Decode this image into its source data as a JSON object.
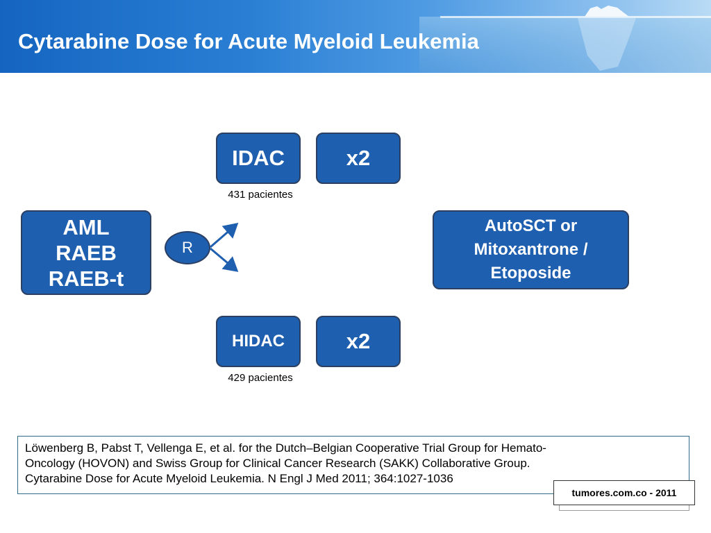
{
  "slide": {
    "title": "Cytarabine Dose for Acute Myeloid Leukemia"
  },
  "diagram": {
    "patient_box": {
      "lines": [
        "AML",
        "RAEB",
        "RAEB-t"
      ]
    },
    "randomization": {
      "label": "R"
    },
    "arm_top": {
      "label": "IDAC",
      "cycles": "x2",
      "patients": "431 pacientes"
    },
    "arm_bottom": {
      "label": "HIDAC",
      "cycles": "x2",
      "patients": "429 pacientes"
    },
    "outcome_box": {
      "lines": [
        "AutoSCT or",
        "Mitoxantrone /",
        "Etoposide"
      ]
    }
  },
  "reference": {
    "lines": [
      "Löwenberg B, Pabst T,  Vellenga E, et al.  for the Dutch–Belgian Cooperative Trial Group for Hemato-",
      "Oncology (HOVON) and Swiss Group for Clinical Cancer Research (SAKK) Collaborative Group.",
      "Cytarabine Dose for Acute Myeloid Leukemia. N Engl J Med 2011; 364:1027-1036"
    ]
  },
  "watermark": {
    "text": "tumores.com.co - 2011"
  },
  "colors": {
    "box_fill": "#1f5fb0",
    "box_border": "#2b3f63",
    "header_start": "#1565c0",
    "header_end": "#b9dbf5"
  }
}
